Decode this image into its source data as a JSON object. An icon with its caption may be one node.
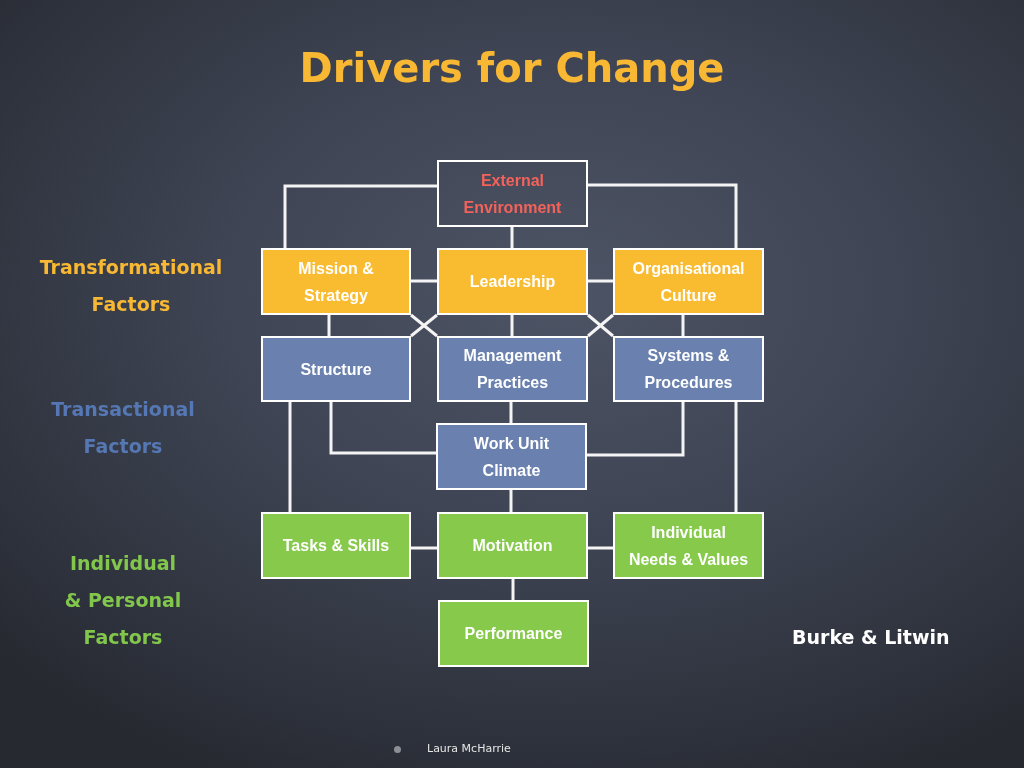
{
  "diagram": {
    "title": "Drivers for Change",
    "nodes": [
      {
        "text": [
          "External Environment"
        ]
      },
      {
        "text": [
          "Mission & Strategy"
        ]
      },
      {
        "text": [
          "Leadership"
        ]
      },
      {
        "text": [
          "Organisational Culture"
        ]
      },
      {
        "text": [
          "Structure"
        ]
      },
      {
        "text": [
          "Management Practices"
        ]
      },
      {
        "text": [
          "Systems & Procedures"
        ]
      },
      {
        "text": [
          "Work Unit Climate"
        ]
      },
      {
        "text": [
          "Tasks & Skills"
        ]
      },
      {
        "text": [
          "Motivation"
        ]
      },
      {
        "text": [
          "Individual Needs & Values"
        ]
      },
      {
        "text": [
          "Performance"
        ]
      }
    ],
    "edges": [
      {
        "from": 0,
        "to": 1,
        "arrow": "none"
      },
      {
        "from": 0,
        "to": 2,
        "arrow": "none"
      },
      {
        "from": 0,
        "to": 3,
        "arrow": "none"
      },
      {
        "from": 1,
        "to": 2,
        "arrow": "none"
      },
      {
        "from": 2,
        "to": 3,
        "arrow": "none"
      },
      {
        "from": 1,
        "to": 4,
        "arrow": "none"
      },
      {
        "from": 1,
        "to": 5,
        "arrow": "none"
      },
      {
        "from": 2,
        "to": 4,
        "arrow": "none"
      },
      {
        "from": 2,
        "to": 5,
        "arrow": "none"
      },
      {
        "from": 2,
        "to": 6,
        "arrow": "none"
      },
      {
        "from": 3,
        "to": 5,
        "arrow": "none"
      },
      {
        "from": 3,
        "to": 6,
        "arrow": "none"
      },
      {
        "from": 4,
        "to": 7,
        "arrow": "none"
      },
      {
        "from": 5,
        "to": 7,
        "arrow": "none"
      },
      {
        "from": 6,
        "to": 7,
        "arrow": "none"
      },
      {
        "from": 4,
        "to": 8,
        "arrow": "none"
      },
      {
        "from": 6,
        "to": 10,
        "arrow": "none"
      },
      {
        "from": 7,
        "to": 9,
        "arrow": "none"
      },
      {
        "from": 8,
        "to": 9,
        "arrow": "none"
      },
      {
        "from": 9,
        "to": 10,
        "arrow": "none"
      },
      {
        "from": 9,
        "to": 11,
        "arrow": "none"
      }
    ],
    "labels": [
      "Transformational Factors",
      "Transactional Factors",
      "Individual & Personal Factors",
      "Burke & Litwin",
      "Laura McHarrie"
    ]
  }
}
